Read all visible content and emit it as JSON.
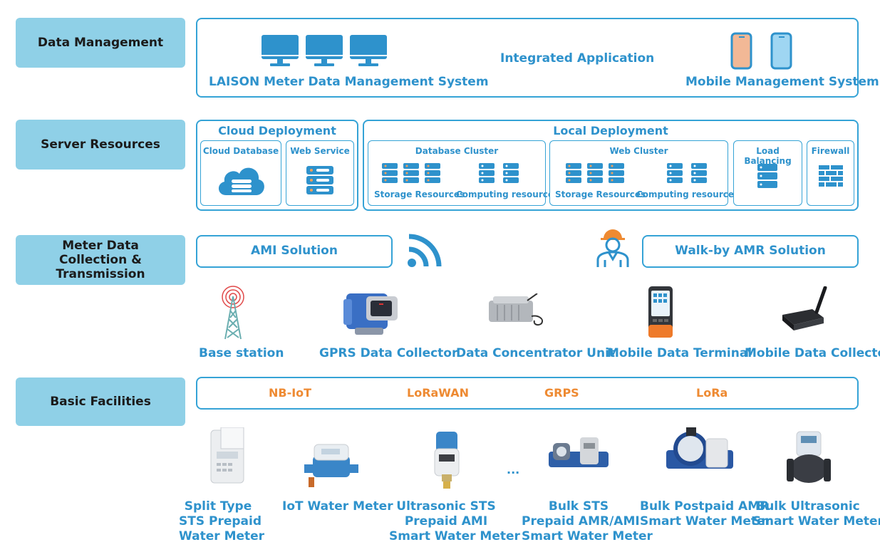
{
  "rows": {
    "data_management": "Data Management",
    "server_resources": "Server Resources",
    "collection_line1": "Meter Data",
    "collection_line2": "Collection & Transmission",
    "basic_facilities": "Basic Facilities"
  },
  "data_management": {
    "mdms": "LAISON Meter Data Management System",
    "integrated": "Integrated Application",
    "mobile": "Mobile Management System"
  },
  "server": {
    "cloud_title": "Cloud Deployment",
    "cloud_database": "Cloud Database",
    "web_service": "Web Service",
    "local_title": "Local Deployment",
    "database_cluster": "Database Cluster",
    "web_cluster": "Web Cluster",
    "storage_resources": "Storage Resources",
    "computing_resources": "Computing resources",
    "load_balancing": "Load Balancing",
    "firewall": "Firewall"
  },
  "collection": {
    "ami": "AMI Solution",
    "walkby": "Walk-by AMR Solution",
    "devices": [
      "Base station",
      "GPRS Data Collector",
      "Data Concentrator Unit",
      "Mobile Data Terminal",
      "Mobile Data Collector"
    ]
  },
  "facilities": {
    "protocols": [
      "NB-IoT",
      "LoRaWAN",
      "GRPS",
      "LoRa"
    ],
    "ellipsis": "...",
    "meters": [
      {
        "l1": "Split Type",
        "l2": "STS Prepaid",
        "l3": "Water Meter"
      },
      {
        "l1": "IoT Water Meter",
        "l2": "",
        "l3": ""
      },
      {
        "l1": "Ultrasonic STS",
        "l2": "Prepaid AMI",
        "l3": "Smart Water Meter"
      },
      {
        "l1": "Bulk STS",
        "l2": "Prepaid AMR/AMI",
        "l3": "Smart Water Meter"
      },
      {
        "l1": "Bulk Postpaid AMR",
        "l2": "Smart Water Meter",
        "l3": ""
      },
      {
        "l1": "Bulk Ultrasonic",
        "l2": "Smart Water Meter",
        "l3": ""
      }
    ]
  },
  "colors": {
    "accent": "#2e92cc",
    "label_bg": "#8fd0e7",
    "orange": "#ee8a32"
  }
}
